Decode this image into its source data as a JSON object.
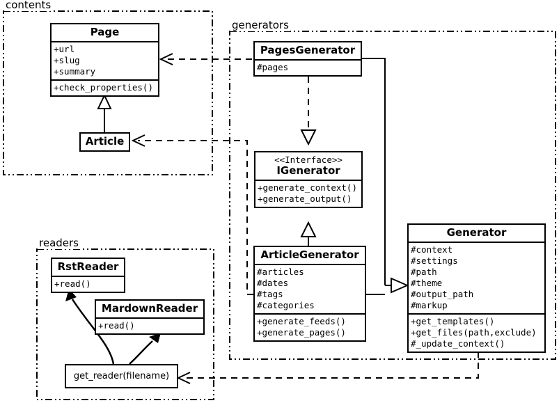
{
  "diagram": {
    "title": "UML class diagram",
    "stroke_color": "#000000",
    "background_color": "#ffffff"
  },
  "packages": [
    {
      "id": "contents",
      "label": "contents"
    },
    {
      "id": "generators",
      "label": "generators"
    },
    {
      "id": "readers",
      "label": "readers"
    }
  ],
  "classes": {
    "page": {
      "name": "Page",
      "attributes": [
        "+url",
        "+slug",
        "+summary"
      ],
      "methods": [
        "+check_properties()"
      ]
    },
    "article": {
      "name": "Article",
      "attributes": [],
      "methods": []
    },
    "pages_generator": {
      "name": "PagesGenerator",
      "attributes": [
        "#pages"
      ],
      "methods": []
    },
    "igenerator": {
      "stereotype": "<<Interface>>",
      "name": "IGenerator",
      "attributes": [],
      "methods": [
        "+generate_context()",
        "+generate_output()"
      ]
    },
    "article_generator": {
      "name": "ArticleGenerator",
      "attributes": [
        "#articles",
        "#dates",
        "#tags",
        "#categories"
      ],
      "methods": [
        "+generate_feeds()",
        "+generate_pages()"
      ]
    },
    "generator": {
      "name": "Generator",
      "attributes": [
        "#context",
        "#settings",
        "#path",
        "#theme",
        "#output_path",
        "#markup"
      ],
      "methods": [
        "+get_templates()",
        "+get_files(path,exclude)",
        "#_update_context()"
      ]
    },
    "rst_reader": {
      "name": "RstReader",
      "attributes": [],
      "methods": [
        "+read()"
      ]
    },
    "mardown_reader": {
      "name": "MardownReader",
      "attributes": [],
      "methods": [
        "+read()"
      ]
    }
  },
  "functions": {
    "get_reader": {
      "label": "get_reader(filename)"
    }
  },
  "relations": [
    {
      "from": "PagesGenerator",
      "to": "Page",
      "type": "dependency",
      "line": "dashed"
    },
    {
      "from": "ArticleGenerator",
      "to": "Article",
      "type": "dependency",
      "line": "dashed"
    },
    {
      "from": "PagesGenerator",
      "to": "IGenerator",
      "type": "realization",
      "line": "dashed"
    },
    {
      "from": "ArticleGenerator",
      "to": "IGenerator",
      "type": "generalization",
      "line": "solid"
    },
    {
      "from": "Article",
      "to": "Page",
      "type": "generalization",
      "line": "solid"
    },
    {
      "from": "PagesGenerator",
      "to": "Generator",
      "type": "generalization",
      "line": "solid"
    },
    {
      "from": "ArticleGenerator",
      "to": "Generator",
      "type": "generalization",
      "line": "solid"
    },
    {
      "from": "Generator",
      "to": "get_reader",
      "type": "dependency",
      "line": "dashed"
    },
    {
      "from": "get_reader",
      "to": "RstReader",
      "type": "creates",
      "line": "curved-solid"
    },
    {
      "from": "get_reader",
      "to": "MardownReader",
      "type": "creates",
      "line": "curved-solid"
    }
  ]
}
